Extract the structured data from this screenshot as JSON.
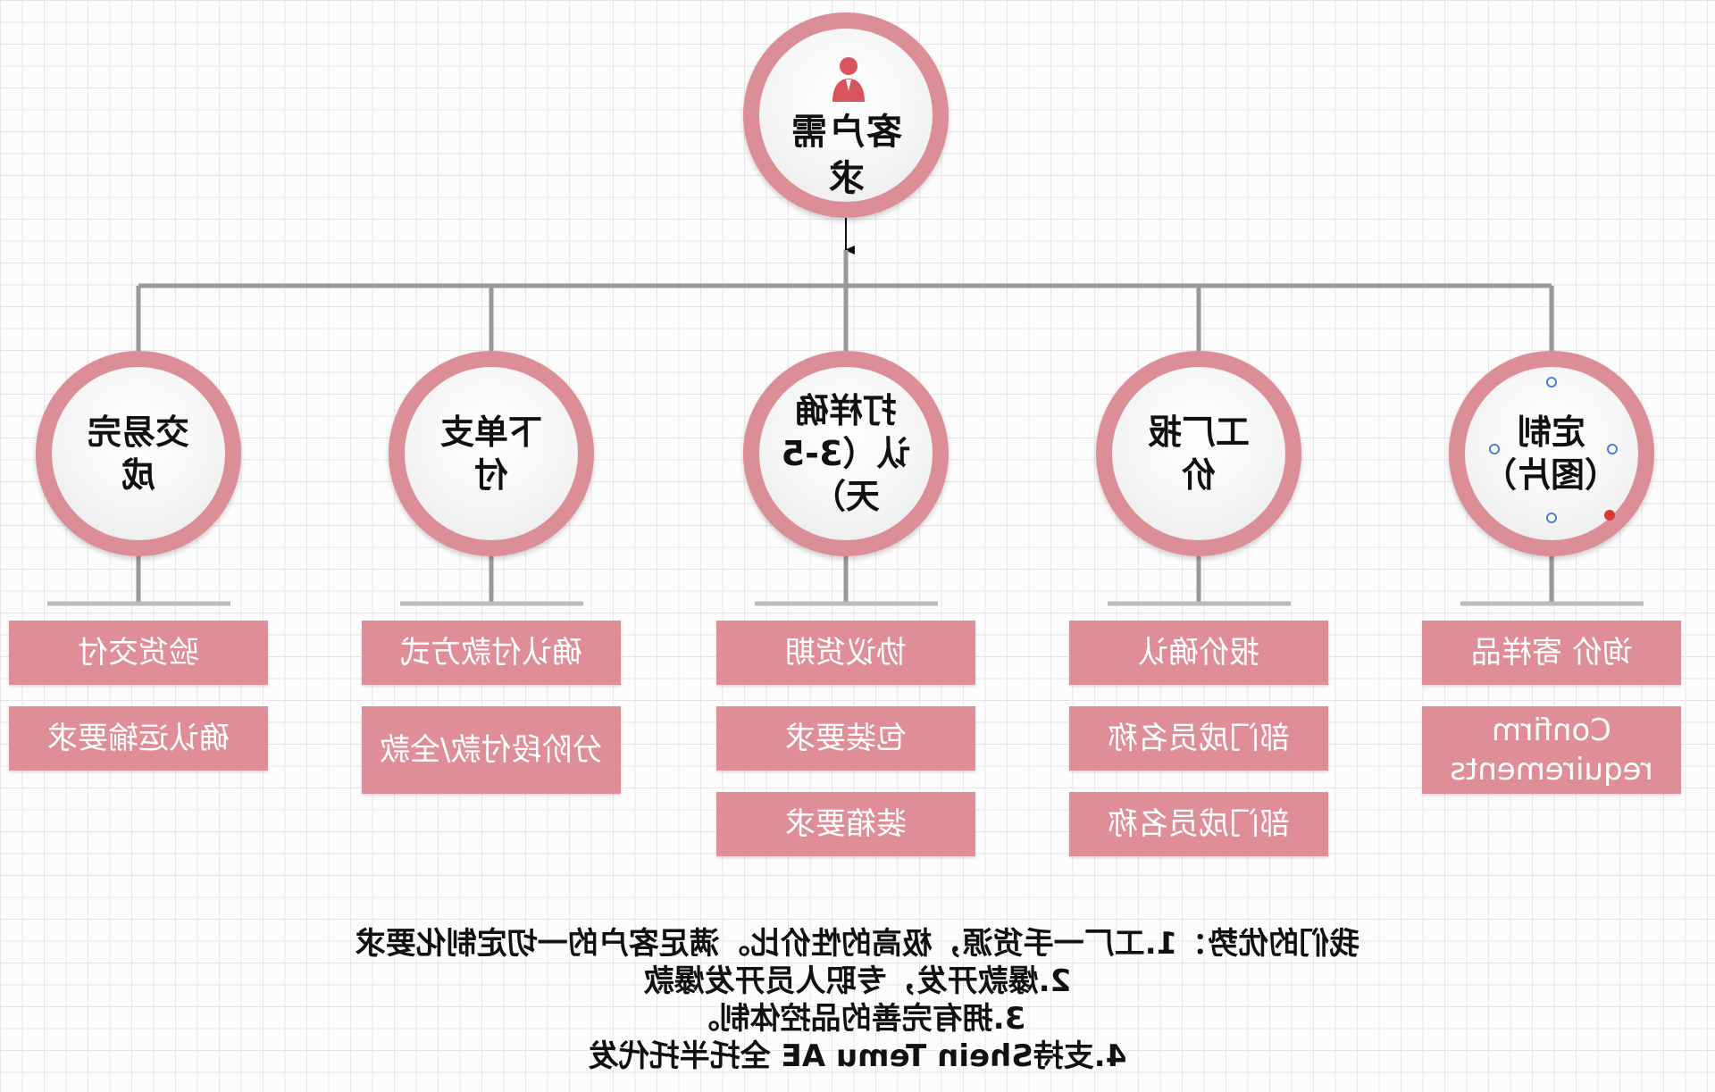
{
  "root": {
    "label": "客户需求",
    "icon": "person-icon"
  },
  "nodes": [
    {
      "label": "定制（图片）",
      "details": [
        "询价 寄样品",
        "Confirm requirements"
      ]
    },
    {
      "label": "工厂报价",
      "details": [
        "报价确认",
        "部门成员名称",
        "部门成员名称"
      ]
    },
    {
      "label": "打样确认（3-5天）",
      "details": [
        "协议货期",
        "包装要求",
        "装箱要求"
      ]
    },
    {
      "label": "下单支付",
      "details": [
        "确认付款方式",
        "分阶段付款/全款"
      ]
    },
    {
      "label": "交易完成",
      "details": [
        "验货交付",
        "确认运输要求"
      ]
    }
  ],
  "footer": {
    "lines": [
      "我们的优势：1.工厂一手货源，极高的性价比。满足客户的一切定制化要求",
      "2.爆款开发，专职人员开发爆款",
      "3.拥有完善的品控体制。",
      "4.支持Shein Temu AE 全托半托代发"
    ]
  },
  "colors": {
    "node_border": "#db8e96",
    "detail_fill": "#df8e98",
    "connector": "#999999",
    "grid": "#e6e6e6"
  }
}
